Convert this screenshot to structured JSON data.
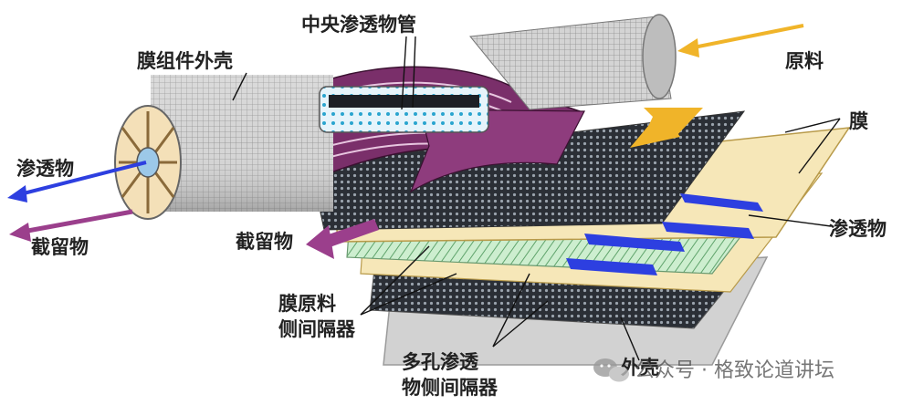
{
  "labels": {
    "central_tube": "中央渗透物管",
    "housing": "膜组件外壳",
    "feed": "原料",
    "membrane": "膜",
    "permeate_left": "渗透物",
    "retentate_left": "截留物",
    "retentate_mid": "截留物",
    "permeate_right": "渗透物",
    "feed_spacer_line1": "膜原料",
    "feed_spacer_line2": "侧间隔器",
    "perm_spacer_line1": "多孔渗透",
    "perm_spacer_line2": "物侧间隔器",
    "outer_shell": "外壳"
  },
  "watermark": {
    "text": "公众号 · 格致论道讲坛"
  },
  "colors": {
    "feed_arrow": "#f0b429",
    "permeate_arrow": "#2d3fe0",
    "retentate_arrow": "#9b3f8c",
    "membrane_sheet": "#f6e7b8",
    "mesh_dark": "#2b2f36",
    "spacer_green": "#bfe6c4",
    "tube_body": "#d9d9d9",
    "wrap_purple": "#7a2f6a"
  }
}
